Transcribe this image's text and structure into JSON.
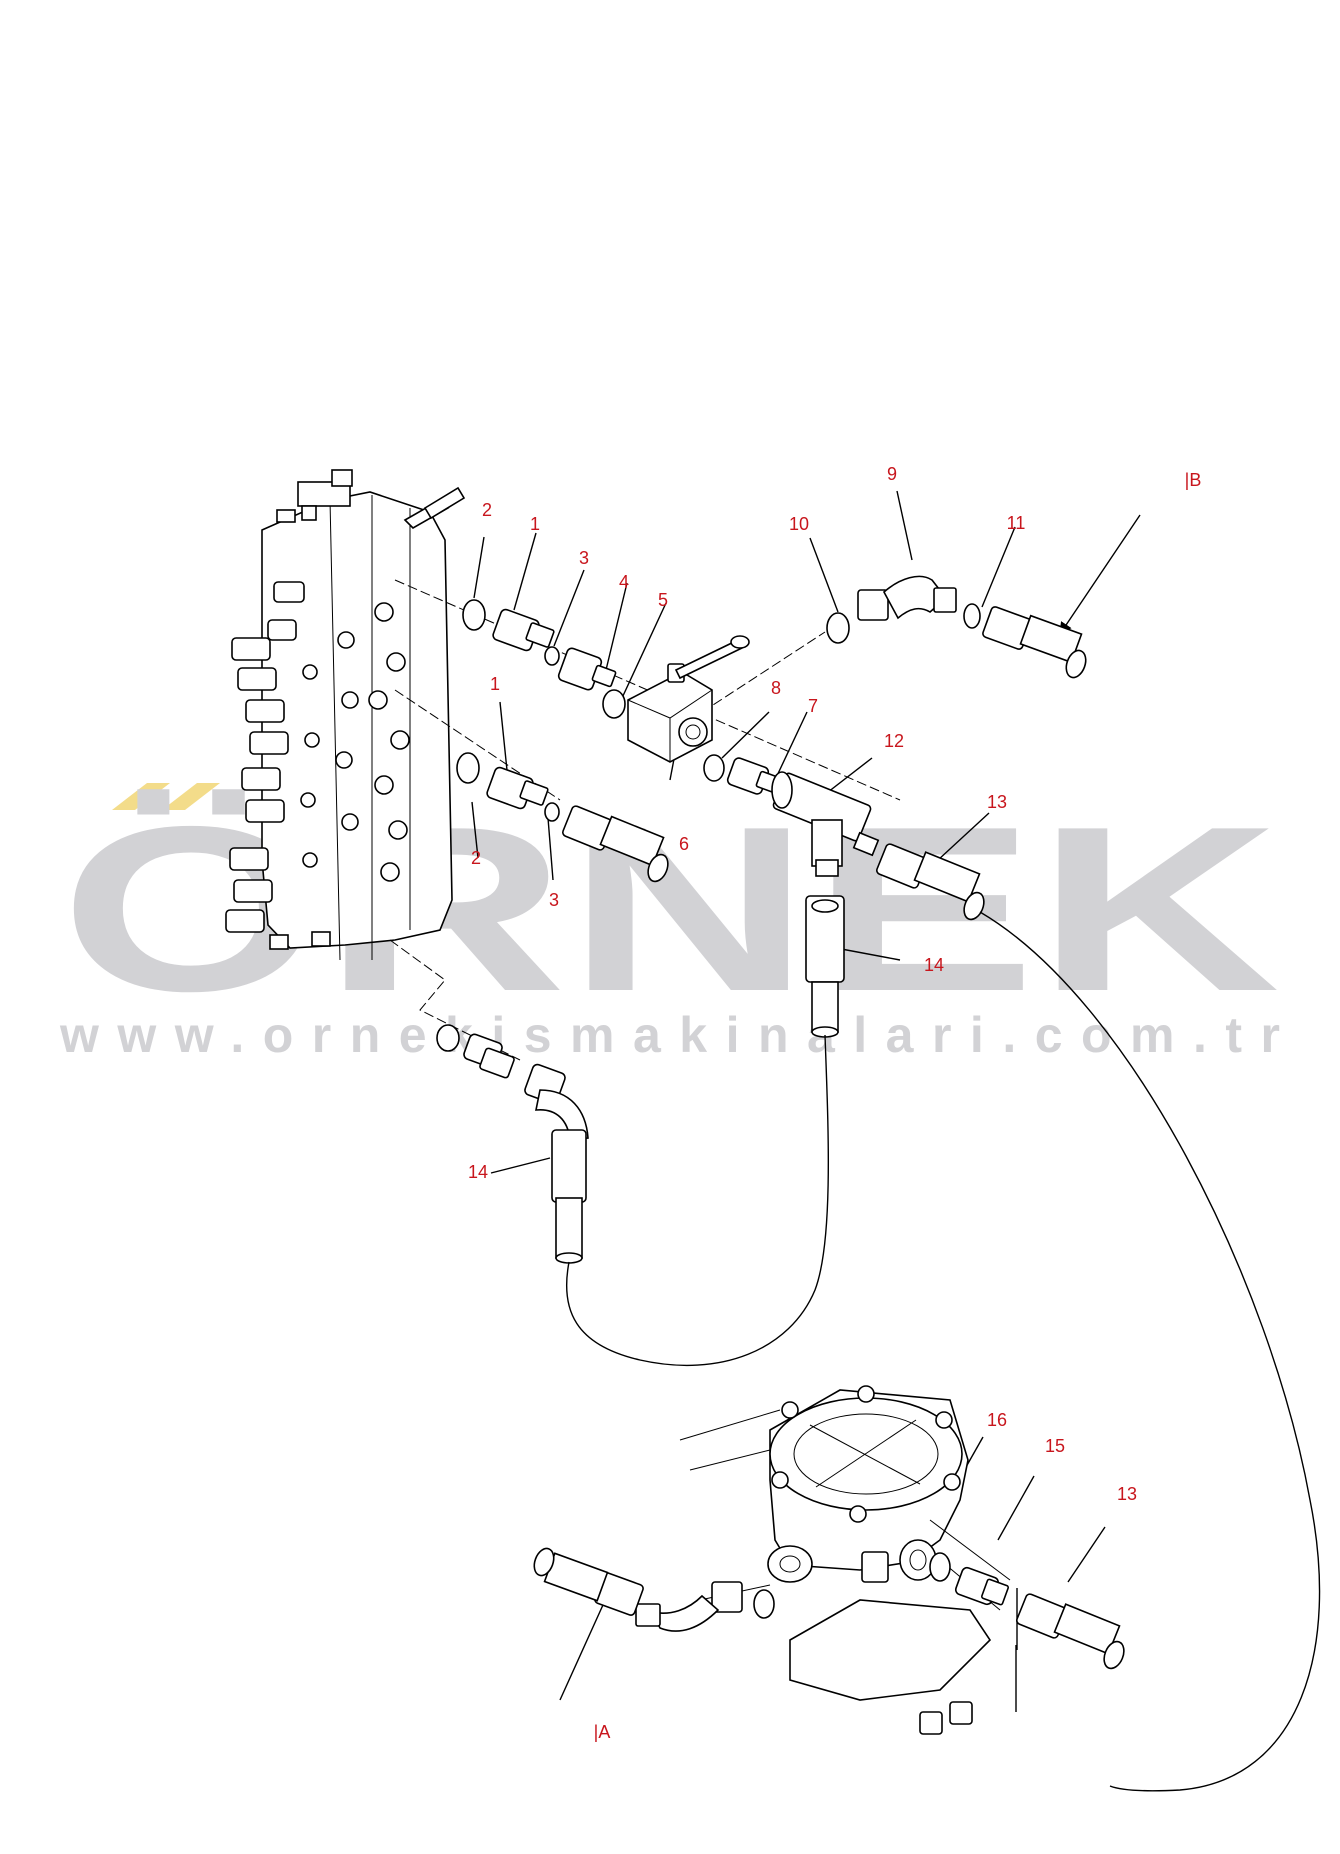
{
  "watermark": {
    "brand": "ÖRNEK",
    "url": "www.ornekismakinalari.com.tr",
    "color": "#d2d2d5",
    "accent": "#f3dc8a"
  },
  "callout_color": "#c8161d",
  "callouts": {
    "c1a": "1",
    "c1b": "1",
    "c2a": "2",
    "c2b": "2",
    "c3a": "3",
    "c3b": "3",
    "c4": "4",
    "c5": "5",
    "c6": "6",
    "c7": "7",
    "c8": "8",
    "c9": "9",
    "c10": "10",
    "c11": "11",
    "c12": "12",
    "c13a": "13",
    "c13b": "13",
    "c14a": "14",
    "c14b": "14",
    "c15": "15",
    "c16": "16"
  },
  "references": {
    "a": "|A",
    "b": "|B"
  }
}
